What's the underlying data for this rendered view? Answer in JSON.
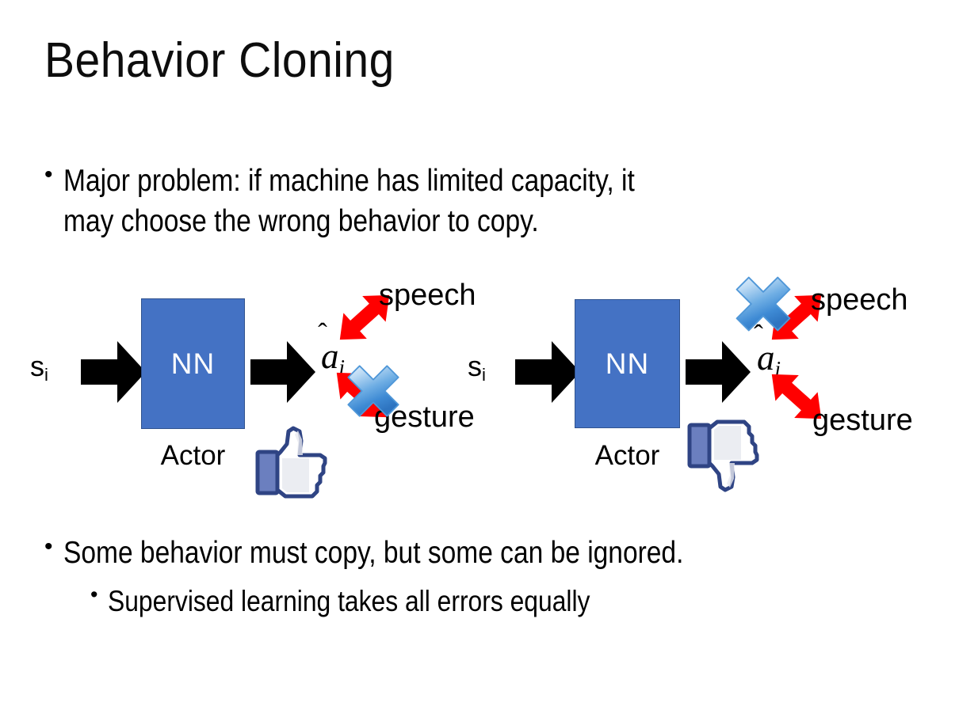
{
  "slide": {
    "title": "Behavior Cloning",
    "background_color": "#FFFFFF",
    "text_color": "#000000"
  },
  "bullets": {
    "top": {
      "marker": "•",
      "text": "Major problem: if machine has limited capacity, it\nmay choose the wrong behavior to copy."
    },
    "bottom_1": {
      "marker": "•",
      "text": "Some behavior must copy, but some can be ignored."
    },
    "bottom_2": {
      "marker": "•",
      "text": "Supervised learning takes all errors equally"
    }
  },
  "colors": {
    "nn_box_fill": "#4472C4",
    "nn_box_border": "#31538F",
    "nn_label": "#FFFFFF",
    "red_arrow": "#FF0000",
    "x_mark_blue_light": "#CFE2F7",
    "x_mark_blue_dark": "#2E74C0",
    "thumb_outline": "#3B5998",
    "thumb_sleeve": "#6B7FBF",
    "block_arrow": "#000000"
  },
  "diagrams": [
    {
      "id": "left",
      "state_input": {
        "symbol": "s",
        "subscript": "i"
      },
      "nn_label": "NN",
      "actor_label": "Actor",
      "action_output": {
        "symbol": "a",
        "subscript": "i",
        "accent": "hat"
      },
      "branches": [
        {
          "label": "speech",
          "direction": "up-right",
          "crossed_out": false
        },
        {
          "label": "gesture",
          "direction": "down-right",
          "crossed_out": true
        }
      ],
      "verdict_icon": "thumbs-up",
      "verdict": "positive"
    },
    {
      "id": "right",
      "state_input": {
        "symbol": "s",
        "subscript": "i"
      },
      "nn_label": "NN",
      "actor_label": "Actor",
      "action_output": {
        "symbol": "a",
        "subscript": "i",
        "accent": "hat"
      },
      "branches": [
        {
          "label": "speech",
          "direction": "up-right",
          "crossed_out": true
        },
        {
          "label": "gesture",
          "direction": "down-right",
          "crossed_out": false
        }
      ],
      "verdict_icon": "thumbs-down",
      "verdict": "negative"
    }
  ],
  "icons": {
    "block_arrow_right": "block-arrow-right-icon",
    "double_arrow": "double-headed-arrow-icon",
    "x_mark": "blue-x-cross-icon",
    "thumbs_up": "thumbs-up-icon",
    "thumbs_down": "thumbs-down-icon"
  }
}
